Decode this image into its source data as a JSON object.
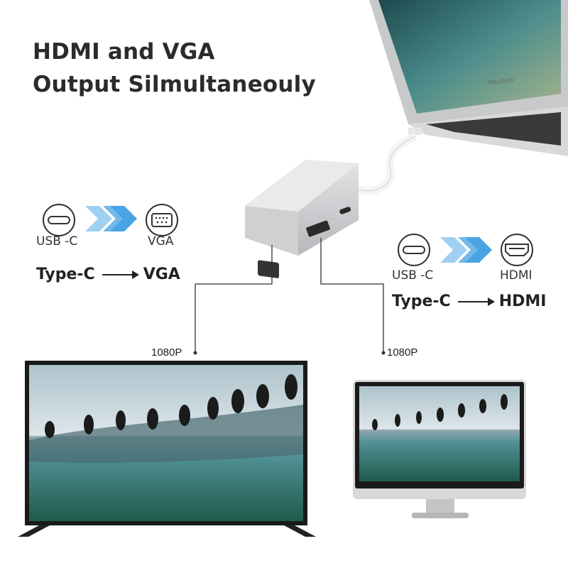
{
  "headline": {
    "line1": "HDMI and VGA",
    "line2": "Output Silmultaneouly"
  },
  "laptop": {
    "brand": "MacBook"
  },
  "vga_panel": {
    "source_label": "USB -C",
    "target_label": "VGA",
    "from": "Type-C",
    "to": "VGA",
    "icons": [
      "usb-c-port-icon",
      "chevron-arrows-icon",
      "vga-port-icon"
    ]
  },
  "hdmi_panel": {
    "source_label": "USB -C",
    "target_label": "HDMI",
    "from": "Type-C",
    "to": "HDMI",
    "icons": [
      "usb-c-port-icon",
      "chevron-arrows-icon",
      "hdmi-port-icon"
    ]
  },
  "outputs": {
    "tv_resolution": "1080P",
    "monitor_resolution": "1080P"
  },
  "colors": {
    "chevron": "#5aaee6",
    "adapter": "#c9cacc",
    "line": "#333333",
    "screen_water": "#3f8f8a",
    "screen_sky": "#c9d7de"
  }
}
